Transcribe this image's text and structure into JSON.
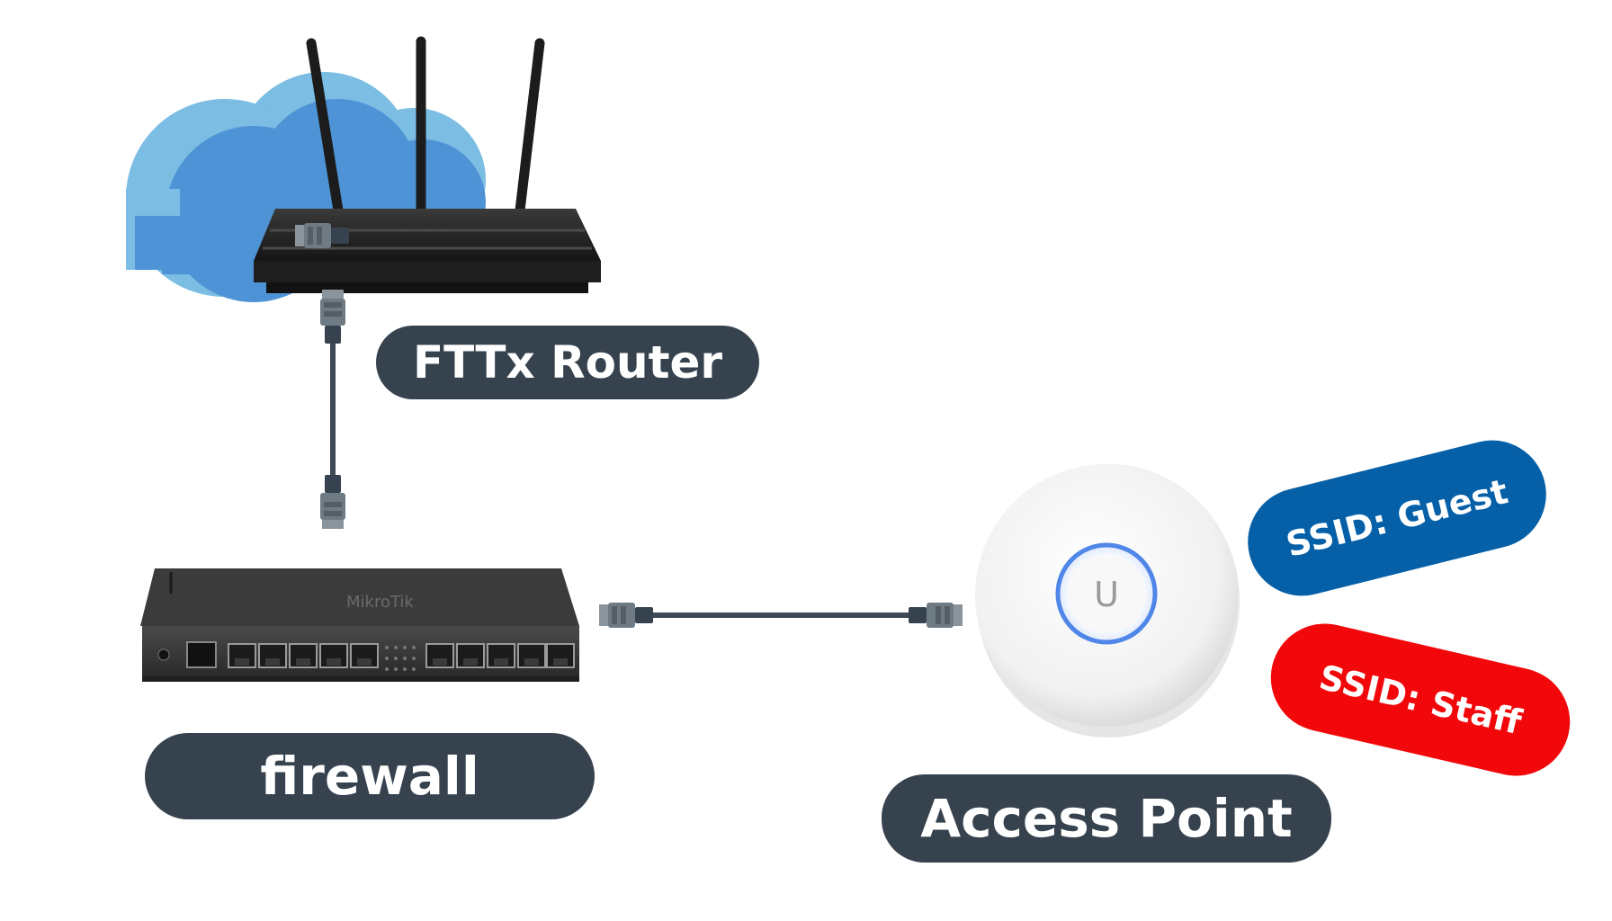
{
  "labels": {
    "router": "FTTx Router",
    "firewall": "firewall",
    "access_point": "Access Point"
  },
  "ssids": {
    "guest": {
      "text": "SSID: Guest",
      "color": "#0560a8"
    },
    "staff": {
      "text": "SSID: Staff",
      "color": "#f2080a"
    }
  },
  "device_marks": {
    "firewall_brand": "MikroTik",
    "ap_logo": "U"
  },
  "colors": {
    "label_bg": "#36434e",
    "cloud_back": "#7bbde3",
    "cloud_front": "#4e93d6",
    "device_dark": "#2b2b2b",
    "cable": "#3d4a55"
  },
  "icons": {
    "cloud": "cloud-icon",
    "router": "wifi-router-icon",
    "firewall": "rack-firewall-icon",
    "access_point": "ceiling-access-point-icon",
    "connector": "rj45-connector-icon"
  }
}
